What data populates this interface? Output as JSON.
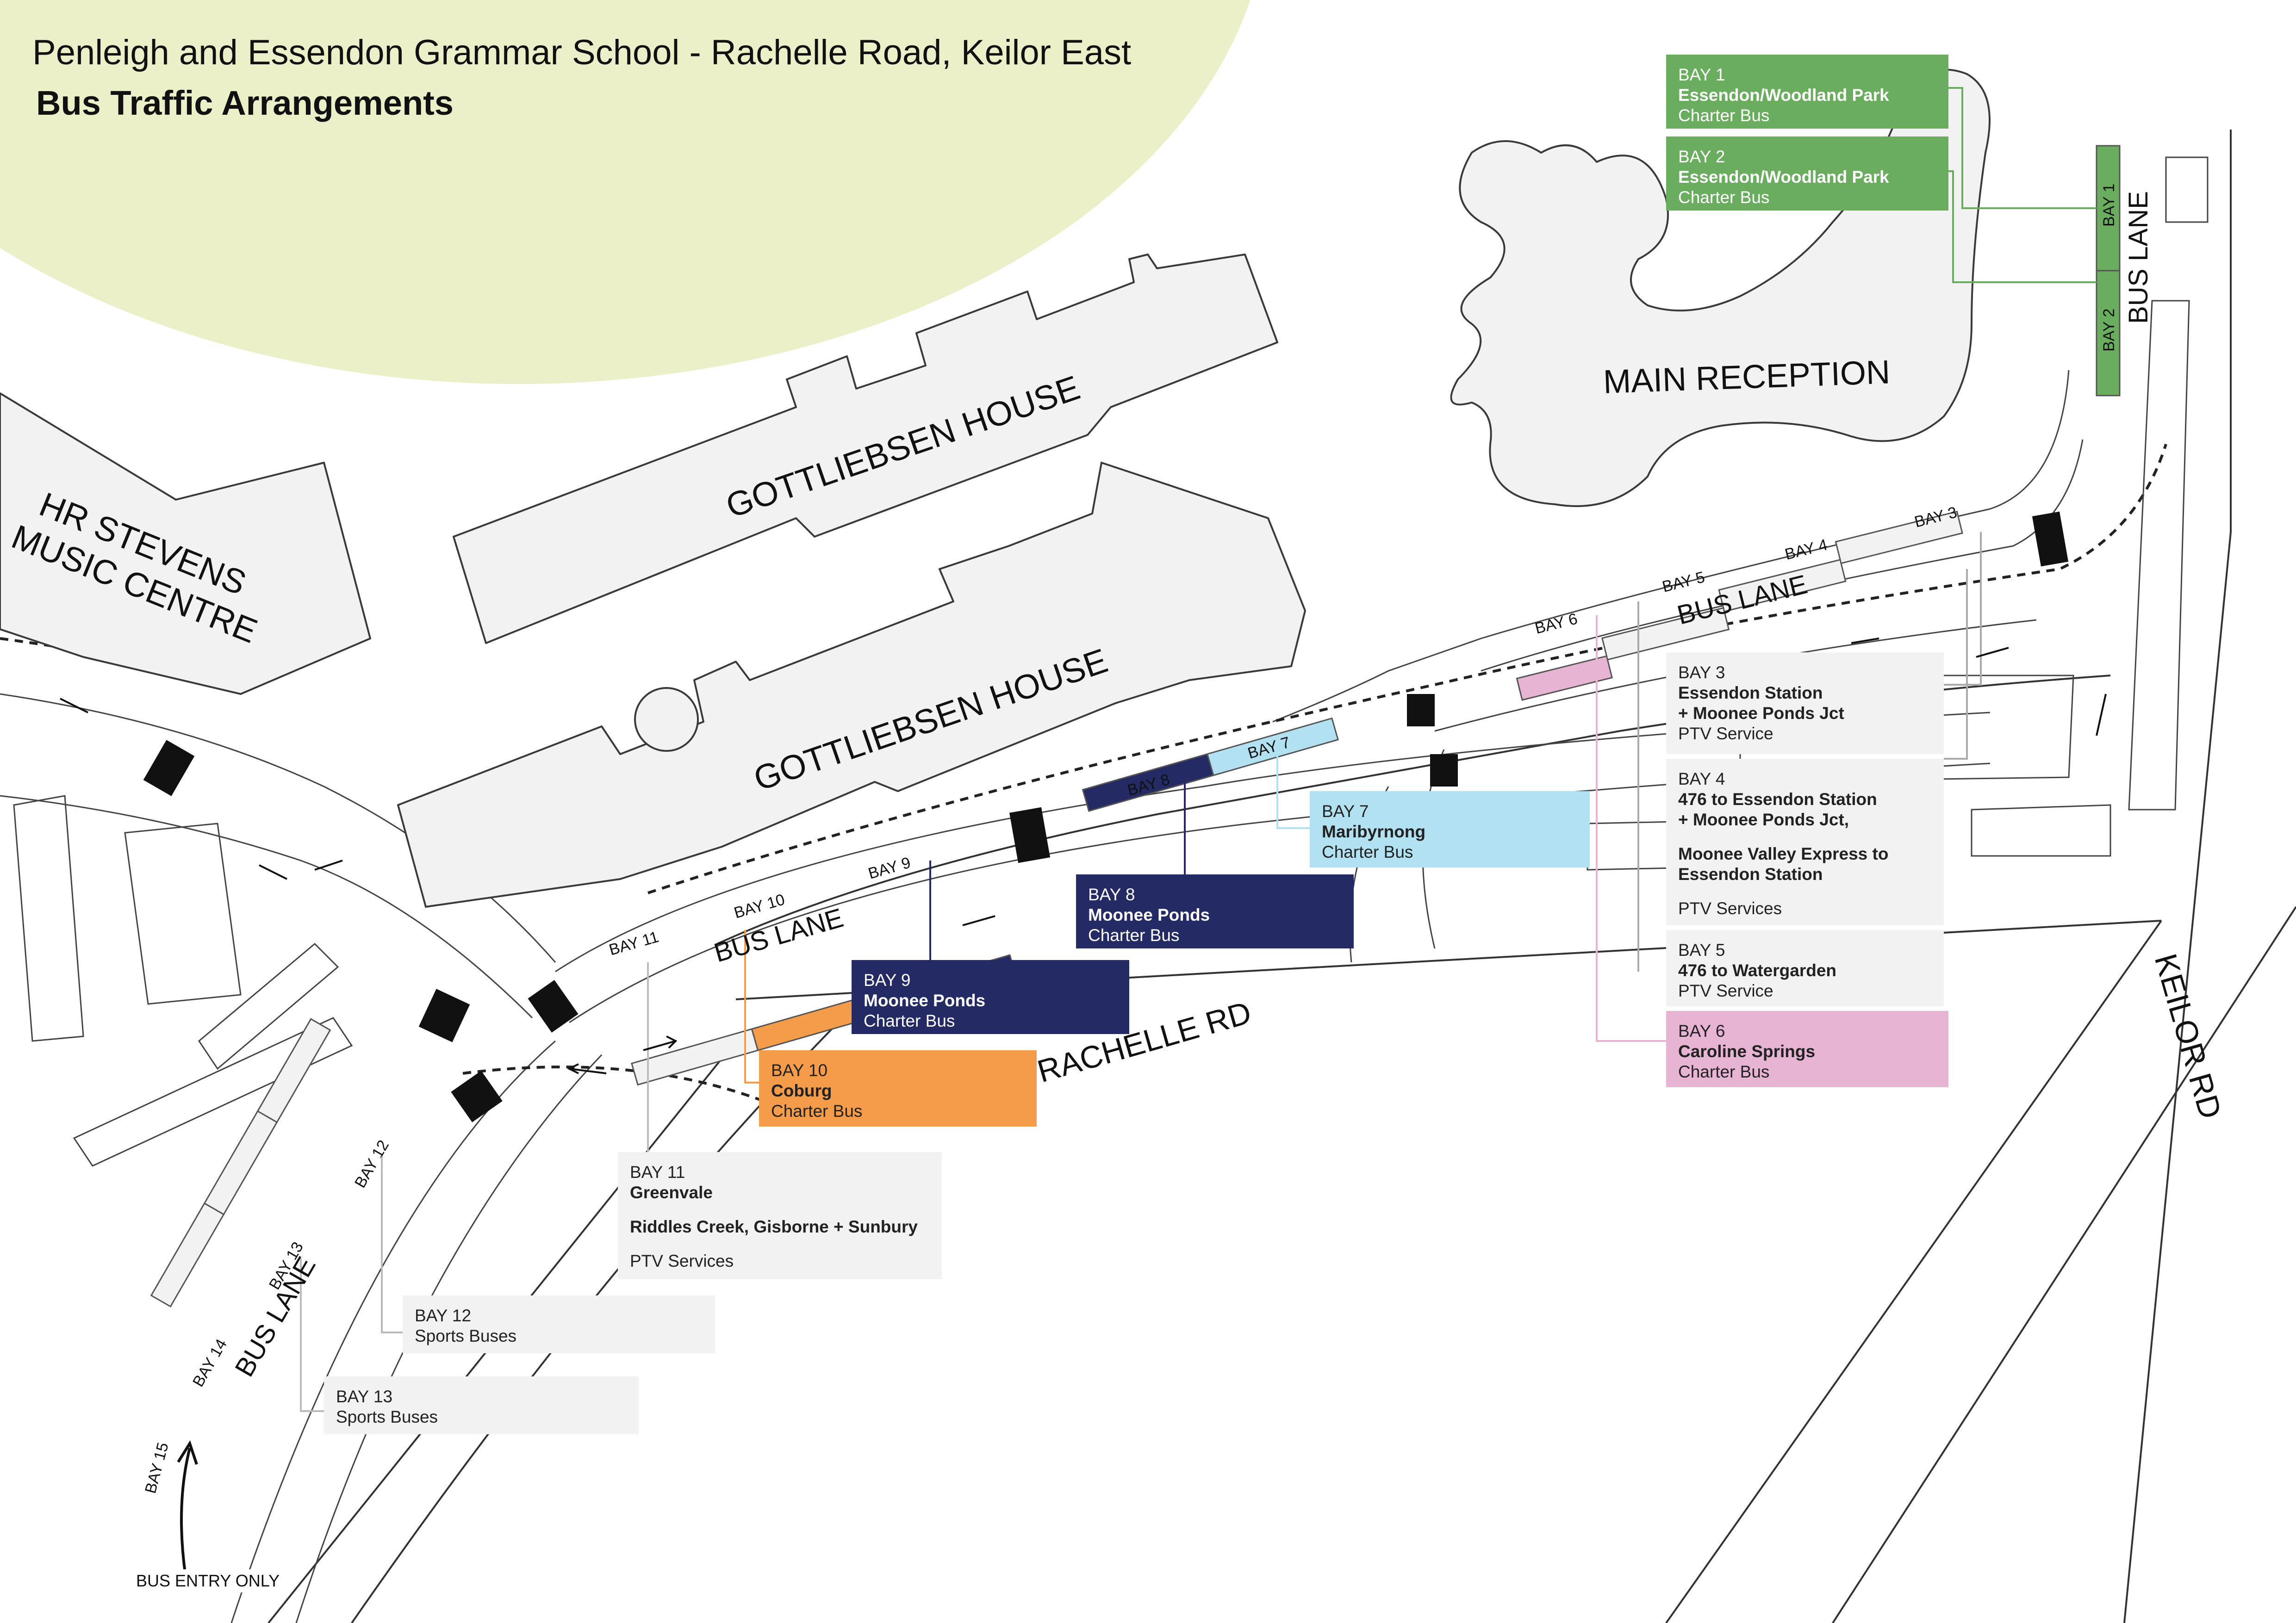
{
  "title": "Penleigh and Essendon Grammar School - Rachelle Road, Keilor East",
  "subtitle": "Bus Traffic Arrangements",
  "colors": {
    "green": "#6aad5e",
    "light_blue": "#b2e2f2",
    "navy": "#232a64",
    "orange": "#f59c4a",
    "pink": "#e8b4d4",
    "grey_card": "#f2f2f2",
    "title_circle": "#ebf0c8"
  },
  "buildings": {
    "hr_stevens": "HR STEVENS\nMUSIC CENTRE",
    "hr_stevens_line1": "HR STEVENS",
    "hr_stevens_line2": "MUSIC CENTRE",
    "gottliebsen_top": "GOTTLIEBSEN HOUSE",
    "gottliebsen_bottom": "GOTTLIEBSEN HOUSE",
    "main_reception": "MAIN RECEPTION"
  },
  "roads": {
    "rachelle": "RACHELLE RD",
    "keilor": "KEILOR RD",
    "bus_lane": "BUS LANE",
    "bus_entry": "BUS ENTRY ONLY"
  },
  "bay_strip_labels": {
    "b1": "BAY 1",
    "b2": "BAY 2",
    "b3": "BAY 3",
    "b4": "BAY 4",
    "b5": "BAY 5",
    "b6": "BAY 6",
    "b7": "BAY 7",
    "b8": "BAY 8",
    "b9": "BAY 9",
    "b10": "BAY 10",
    "b11": "BAY 11",
    "b12": "BAY 12",
    "b13": "BAY 13",
    "b14": "BAY 14",
    "b15": "BAY 15"
  },
  "cards": {
    "bay1": {
      "bay": "BAY 1",
      "route": "Essendon/Woodland Park",
      "service": "Charter Bus"
    },
    "bay2": {
      "bay": "BAY 2",
      "route": "Essendon/Woodland Park",
      "service": "Charter Bus"
    },
    "bay3": {
      "bay": "BAY 3",
      "route": "Essendon Station",
      "route2": "+ Moonee Ponds Jct",
      "service": "PTV Service"
    },
    "bay4": {
      "bay": "BAY 4",
      "route": "476 to Essendon Station",
      "route2": "+ Moonee Ponds Jct,",
      "route3": "Moonee Valley Express to",
      "route4": "Essendon Station",
      "service": "PTV Services"
    },
    "bay5": {
      "bay": "BAY 5",
      "route": "476 to Watergarden",
      "service": "PTV Service"
    },
    "bay6": {
      "bay": "BAY 6",
      "route": "Caroline Springs",
      "service": "Charter Bus"
    },
    "bay7": {
      "bay": "BAY 7",
      "route": "Maribyrnong",
      "service": "Charter Bus"
    },
    "bay8": {
      "bay": "BAY 8",
      "route": "Moonee Ponds",
      "service": "Charter Bus"
    },
    "bay9": {
      "bay": "BAY 9",
      "route": "Moonee Ponds",
      "service": "Charter Bus"
    },
    "bay10": {
      "bay": "BAY 10",
      "route": "Coburg",
      "service": "Charter Bus"
    },
    "bay11": {
      "bay": "BAY 11",
      "route": "Greenvale",
      "route2": "Riddles Creek, Gisborne + Sunbury",
      "service": "PTV Services"
    },
    "bay12": {
      "bay": "BAY 12",
      "service": "Sports Buses"
    },
    "bay13": {
      "bay": "BAY 13",
      "service": "Sports Buses"
    }
  }
}
